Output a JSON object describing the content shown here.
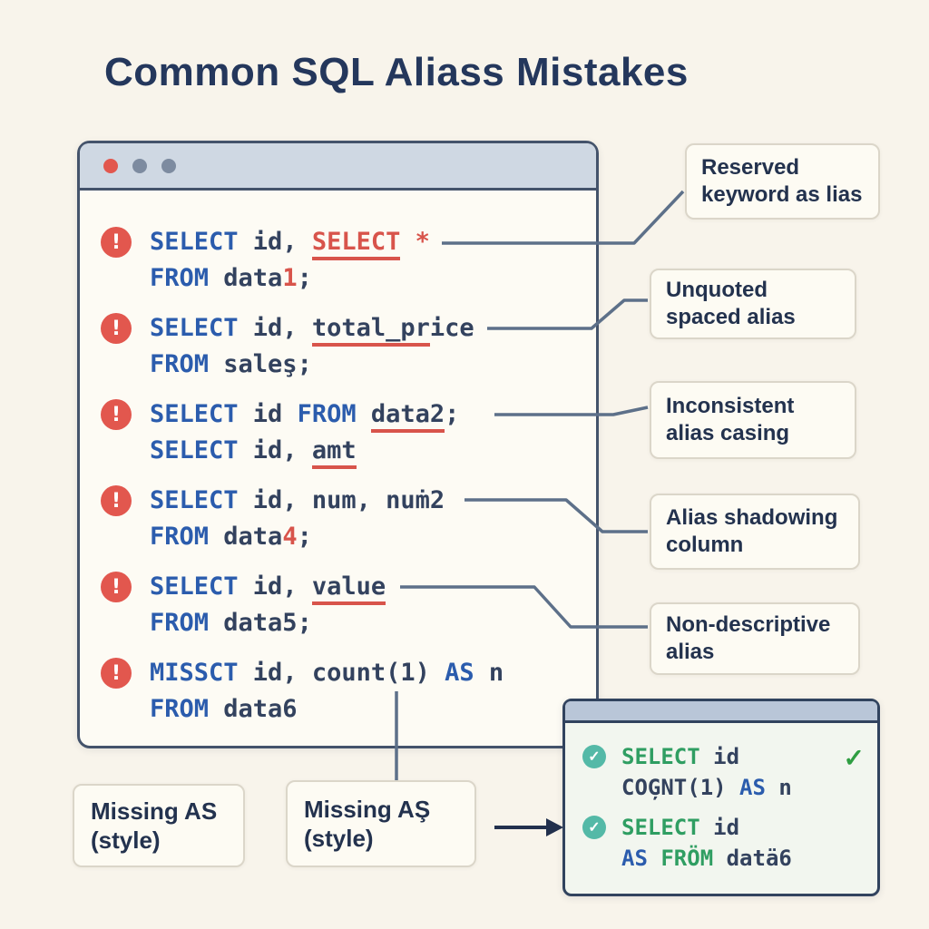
{
  "title": "Common SQL Aliass Mistakes",
  "icons": {
    "warning": "!",
    "check": "✓"
  },
  "editor_window": {
    "traffic_lights": [
      "red",
      "gray",
      "gray"
    ],
    "entries": [
      {
        "icon": "warning",
        "lines": [
          [
            {
              "t": "SELECT",
              "c": "kw"
            },
            {
              "t": " id, ",
              "c": "id"
            },
            {
              "t": "SELECT",
              "c": "err ul"
            },
            {
              "t": " ",
              "c": "id"
            },
            {
              "t": "*",
              "c": "err"
            }
          ],
          [
            {
              "t": "FROM",
              "c": "kw"
            },
            {
              "t": " data",
              "c": "id"
            },
            {
              "t": "1",
              "c": "err"
            },
            {
              "t": ";",
              "c": "id"
            }
          ]
        ]
      },
      {
        "icon": "warning",
        "lines": [
          [
            {
              "t": "SELECT",
              "c": "kw"
            },
            {
              "t": " id, ",
              "c": "id"
            },
            {
              "t": "total_pr",
              "c": "id ul"
            },
            {
              "t": "ice",
              "c": "id"
            }
          ],
          [
            {
              "t": "FROM",
              "c": "kw"
            },
            {
              "t": " saleş;",
              "c": "id"
            }
          ]
        ]
      },
      {
        "icon": "warning",
        "lines": [
          [
            {
              "t": "SELECT",
              "c": "kw"
            },
            {
              "t": " id ",
              "c": "id"
            },
            {
              "t": "FROM",
              "c": "kw"
            },
            {
              "t": " ",
              "c": "id"
            },
            {
              "t": "data2",
              "c": "id ul"
            },
            {
              "t": ";",
              "c": "id"
            }
          ],
          [
            {
              "t": "SELECT",
              "c": "kw"
            },
            {
              "t": " id, ",
              "c": "id"
            },
            {
              "t": "amt",
              "c": "id ul"
            }
          ]
        ]
      },
      {
        "icon": "warning",
        "lines": [
          [
            {
              "t": "SELECT",
              "c": "kw"
            },
            {
              "t": " id, num, nuṁ2",
              "c": "id"
            }
          ],
          [
            {
              "t": "FROM",
              "c": "kw"
            },
            {
              "t": " data",
              "c": "id"
            },
            {
              "t": "4",
              "c": "err"
            },
            {
              "t": ";",
              "c": "id"
            }
          ]
        ]
      },
      {
        "icon": "warning",
        "lines": [
          [
            {
              "t": "SELECT",
              "c": "kw"
            },
            {
              "t": " id, ",
              "c": "id"
            },
            {
              "t": "value",
              "c": "id ul"
            }
          ],
          [
            {
              "t": "FROM",
              "c": "kw"
            },
            {
              "t": " data5;",
              "c": "id"
            }
          ]
        ]
      },
      {
        "icon": "warning",
        "lines": [
          [
            {
              "t": "MISSCT",
              "c": "kw"
            },
            {
              "t": " id, count(1) ",
              "c": "id"
            },
            {
              "t": "AS",
              "c": "kw"
            },
            {
              "t": " n",
              "c": "id"
            }
          ],
          [
            {
              "t": "FROM",
              "c": "kw"
            },
            {
              "t": " data6",
              "c": "id"
            }
          ]
        ]
      }
    ]
  },
  "callouts": [
    "Reserved keyword as lias",
    "Unquoted spaced alias",
    "Inconsistent alias casing",
    "Alias shadowing column",
    "Non-descriptive alias"
  ],
  "bottom_callouts": [
    "Missing AS (style)",
    "Missing AŞ (style)"
  ],
  "result_window": {
    "entries": [
      {
        "icon": "check",
        "right_check": "✓",
        "lines": [
          [
            {
              "t": "SELECT",
              "c": "g"
            },
            {
              "t": " id",
              "c": "id"
            }
          ],
          [
            {
              "t": "COĢNT(1) ",
              "c": "id"
            },
            {
              "t": "AS",
              "c": "kw"
            },
            {
              "t": " n",
              "c": "id"
            }
          ]
        ]
      },
      {
        "icon": "check",
        "right_check": "",
        "lines": [
          [
            {
              "t": "SELECT",
              "c": "g"
            },
            {
              "t": " id",
              "c": "id"
            }
          ],
          [
            {
              "t": "AS",
              "c": "kw"
            },
            {
              "t": " ",
              "c": "id"
            },
            {
              "t": "FRÖM",
              "c": "g"
            },
            {
              "t": " datä6",
              "c": "id"
            }
          ]
        ]
      }
    ]
  },
  "colors": {
    "background": "#f8f4eb",
    "title": "#24375c",
    "keyword_blue": "#2b5cad",
    "identifier": "#33425e",
    "error_red": "#d8544b",
    "green": "#2f9e62",
    "connector": "#5d7089",
    "window_border": "#44536b",
    "header_bar": "#cfd8e3",
    "callout_bg": "#fdfbf3",
    "callout_border": "#dbd6c9",
    "check_teal": "#54b9a7"
  }
}
